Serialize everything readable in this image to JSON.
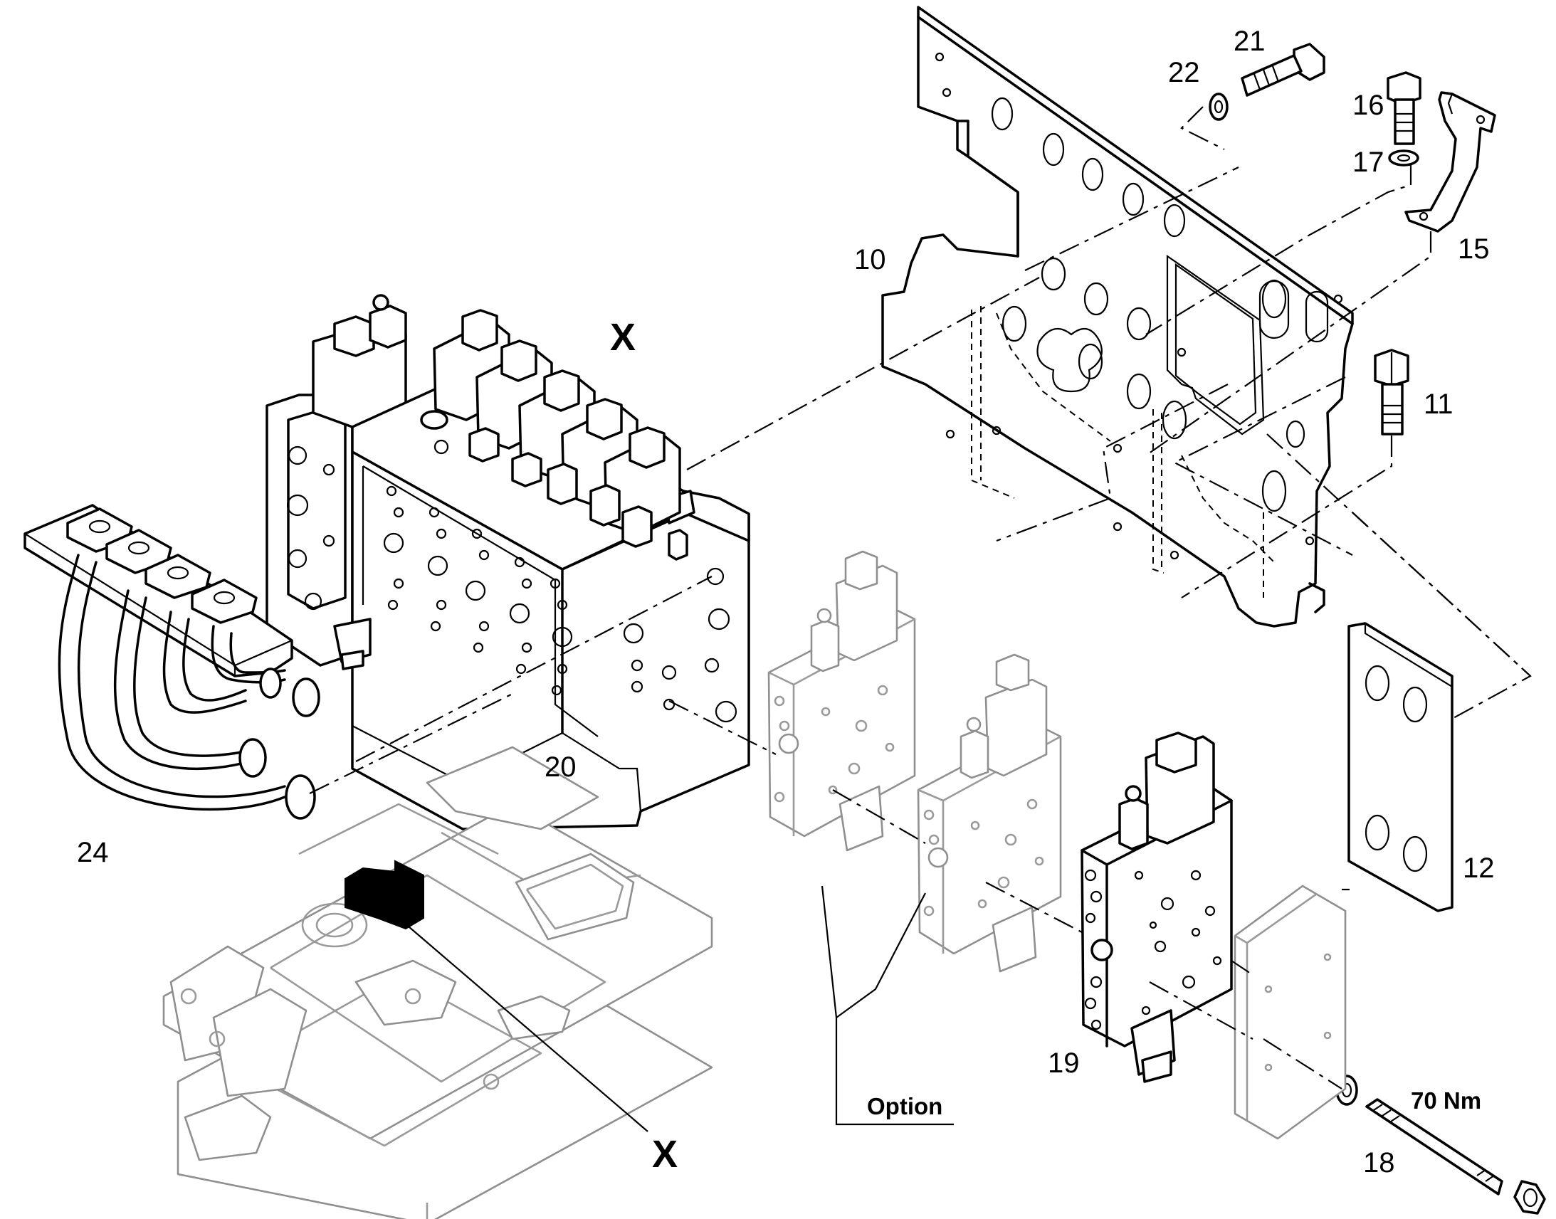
{
  "callouts": {
    "c10": "10",
    "c11": "11",
    "c12": "12",
    "c15": "15",
    "c16": "16",
    "c17": "17",
    "c18": "18",
    "c19": "19",
    "c20": "20",
    "c21": "21",
    "c22": "22",
    "c24": "24"
  },
  "view_marker_top": "X",
  "view_marker_bottom": "X",
  "option_label": "Option",
  "torque_label": "70 Nm"
}
